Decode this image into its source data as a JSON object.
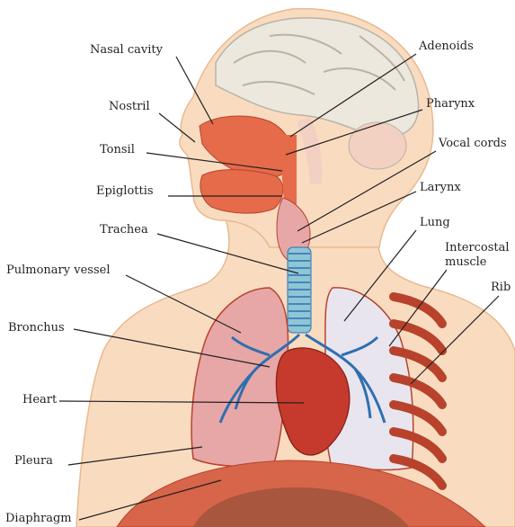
{
  "labels": {
    "nasal_cavity": "Nasal cavity",
    "nostril": "Nostril",
    "tonsil": "Tonsil",
    "epiglottis": "Epiglottis",
    "trachea": "Trachea",
    "pulmonary_vessel": "Pulmonary vessel",
    "bronchus": "Bronchus",
    "heart": "Heart",
    "pleura": "Pleura",
    "diaphragm": "Diaphragm",
    "adenoids": "Adenoids",
    "pharynx": "Pharynx",
    "vocal_cords": "Vocal cords",
    "larynx": "Larynx",
    "lung": "Lung",
    "intercostal_muscle_line1": "Intercostal",
    "intercostal_muscle_line2": "muscle",
    "rib": "Rib"
  },
  "colors": {
    "skin": "#f9dcc0",
    "skin_edge": "#e8b98f",
    "brain": "#ece8de",
    "brain_fold": "#b9b3a6",
    "cerebellum": "#f2d0c2",
    "airway": "#e66b4a",
    "trachea": "#8fc6d6",
    "lung_left": "#e7a7a7",
    "lung_right": "#e9e5ef",
    "heart": "#c53a2c",
    "vessel_blue": "#2e6fb0",
    "rib_red": "#b8422c",
    "diaphragm": "#d7654a",
    "liver": "#a8563e",
    "leader_line": "#231f20"
  }
}
